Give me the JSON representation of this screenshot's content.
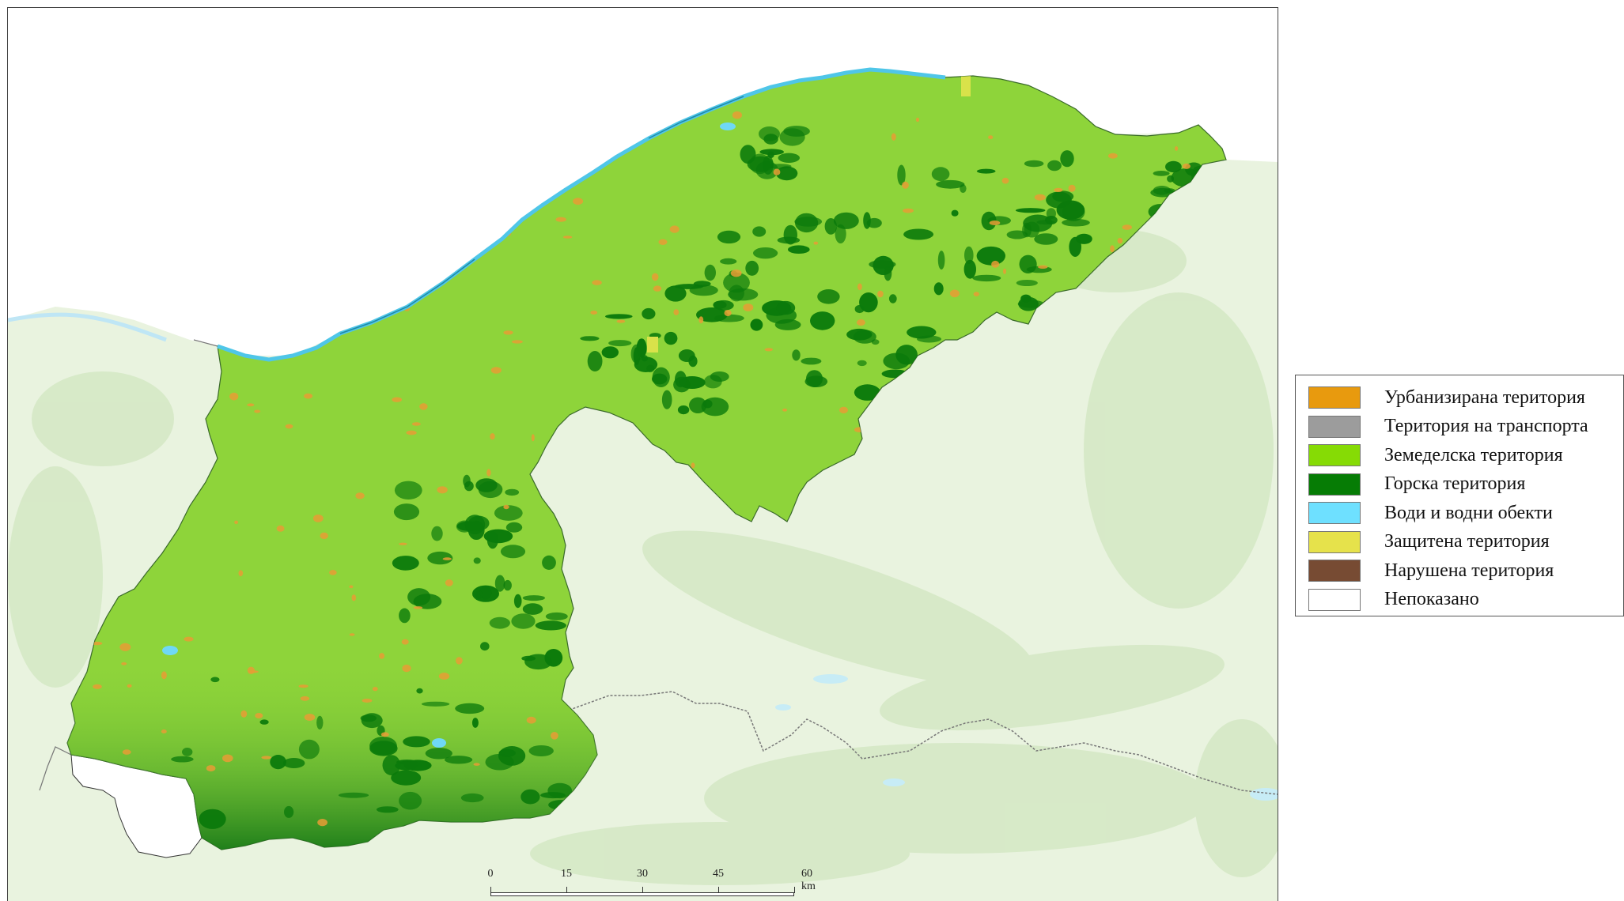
{
  "map": {
    "extent_color": "#e9f3df",
    "colors": {
      "agri": "#8ed43a",
      "agri_dark": "#77c22a",
      "forest": "#0b7a0b",
      "urban": "#e89c35",
      "water": "#6fd8f5",
      "outside_forest": "#cfe4bd",
      "outside_water": "#cdeefa",
      "unshown": "#ffffff"
    },
    "icons": [
      "map-territory",
      "river",
      "lake",
      "scale-bar"
    ]
  },
  "legend": {
    "items": [
      {
        "label": "Урбанизирана територия",
        "color": "#e89a0e"
      },
      {
        "label": "Територия на транспорта",
        "color": "#9c9c9c"
      },
      {
        "label": "Земеделска територия",
        "color": "#86db05"
      },
      {
        "label": "Горска територия",
        "color": "#067c05"
      },
      {
        "label": "Води и водни обекти",
        "color": "#6ee0ff"
      },
      {
        "label": "Защитена територия",
        "color": "#e6e24b"
      },
      {
        "label": "Нарушена територия",
        "color": "#774b33"
      },
      {
        "label": "Непоказано",
        "color": "#ffffff"
      }
    ]
  },
  "scale": {
    "labels": [
      "0",
      "15",
      "30",
      "45",
      "60 km"
    ]
  }
}
